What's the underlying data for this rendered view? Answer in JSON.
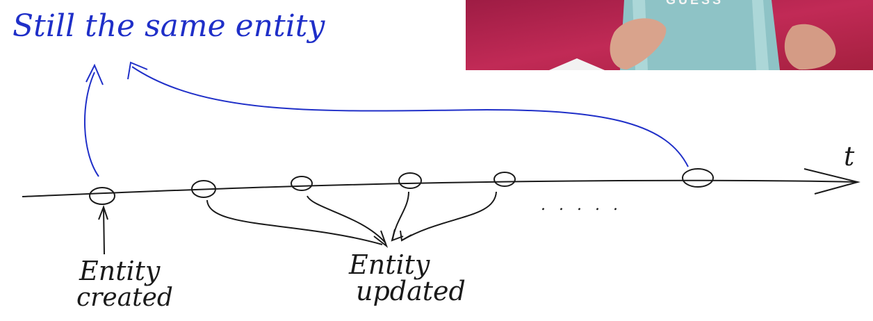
{
  "annotations": {
    "title": "Still the same entity",
    "time_axis_label": "t",
    "created_label_line1": "Entity",
    "created_label_line2": "created",
    "updated_label_line1": "Entity",
    "updated_label_line2": "updated",
    "continuation": ". . . . ."
  },
  "webcam": {
    "shirt_text": "GUESS"
  },
  "colors": {
    "ink_black": "#1a1a1a",
    "ink_blue": "#1f2fc8",
    "webcam_background": "#b1234c"
  }
}
